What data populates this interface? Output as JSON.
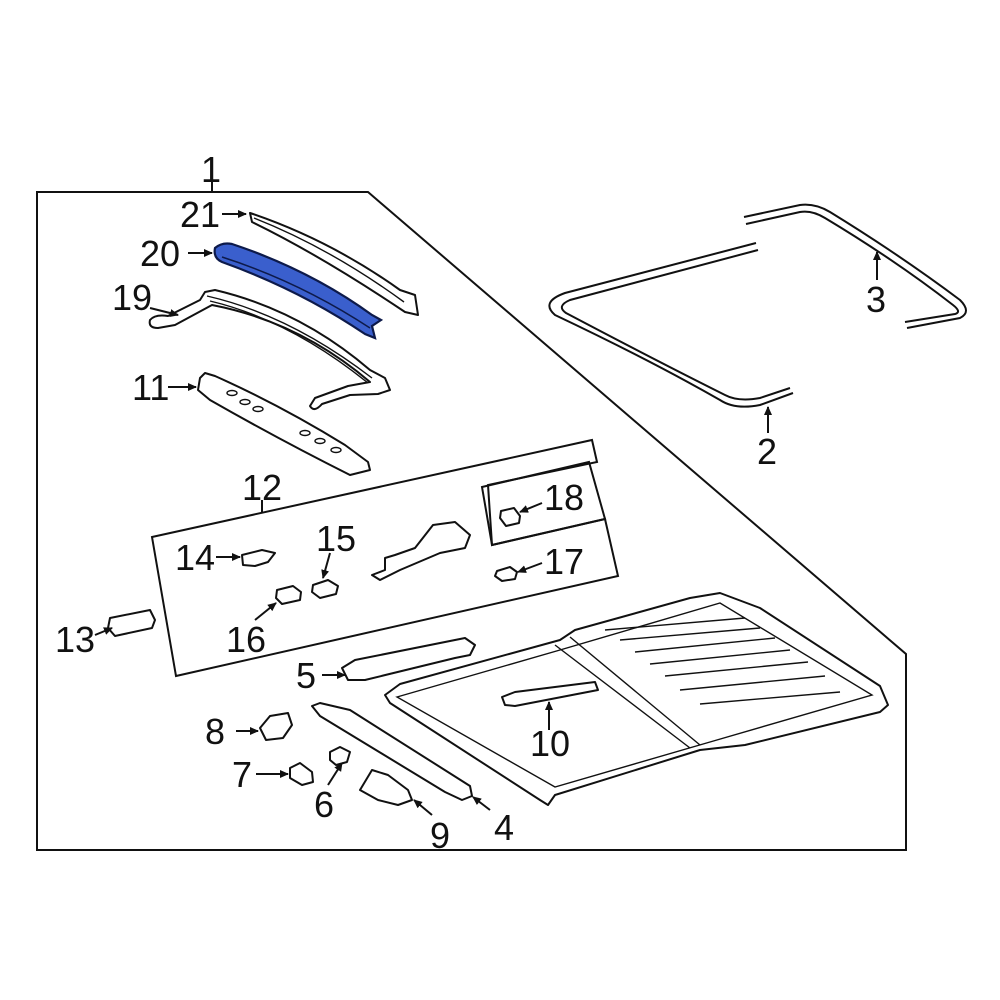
{
  "diagram": {
    "title": "Sunroof assembly parts diagram",
    "highlight_color": "#3a5fcd",
    "highlighted_part": "20",
    "callouts": [
      {
        "id": "1",
        "label": "1"
      },
      {
        "id": "2",
        "label": "2"
      },
      {
        "id": "3",
        "label": "3"
      },
      {
        "id": "4",
        "label": "4"
      },
      {
        "id": "5",
        "label": "5"
      },
      {
        "id": "6",
        "label": "6"
      },
      {
        "id": "7",
        "label": "7"
      },
      {
        "id": "8",
        "label": "8"
      },
      {
        "id": "9",
        "label": "9"
      },
      {
        "id": "10",
        "label": "10"
      },
      {
        "id": "11",
        "label": "11"
      },
      {
        "id": "12",
        "label": "12"
      },
      {
        "id": "13",
        "label": "13"
      },
      {
        "id": "14",
        "label": "14"
      },
      {
        "id": "15",
        "label": "15"
      },
      {
        "id": "16",
        "label": "16"
      },
      {
        "id": "17",
        "label": "17"
      },
      {
        "id": "18",
        "label": "18"
      },
      {
        "id": "19",
        "label": "19"
      },
      {
        "id": "20",
        "label": "20"
      },
      {
        "id": "21",
        "label": "21"
      }
    ]
  }
}
